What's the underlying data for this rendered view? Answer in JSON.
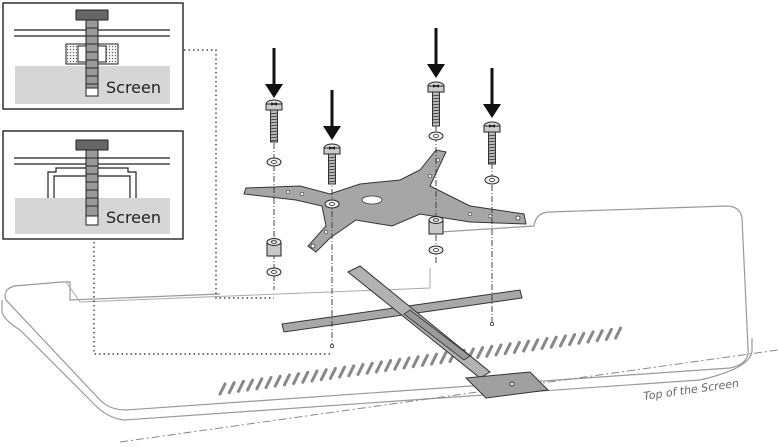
{
  "insets": [
    {
      "label": "Screen"
    },
    {
      "label": "Screen"
    }
  ],
  "screen_edge_label": "Top of the Screen",
  "arrow_count": 4,
  "screw_count": 4
}
